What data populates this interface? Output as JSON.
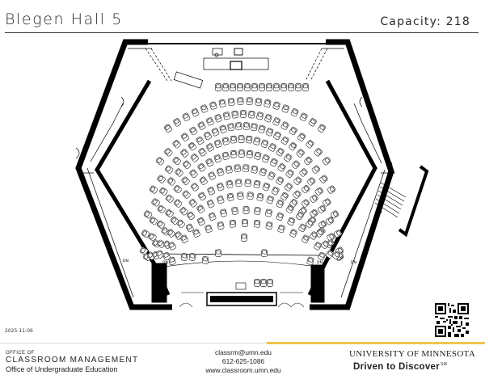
{
  "header": {
    "title": "Blegen Hall 5",
    "capacity_label": "Capacity:",
    "capacity_value": "218"
  },
  "floor_plan": {
    "exit_label": "DN",
    "row_seat_counts": [
      13,
      18,
      21,
      24,
      25,
      25,
      24,
      22,
      20,
      17,
      15,
      3,
      4
    ]
  },
  "date": "2025-11-06",
  "footer": {
    "office_small": "OFFICE OF",
    "office_name": "CLASSROOM MANAGEMENT",
    "office_sub": "Office of Undergraduate Education",
    "email": "classrm@umn.edu",
    "phone": "612-625-1086",
    "website": "www.classroom.umn.edu",
    "university": "UNIVERSITY OF MINNESOTA",
    "slogan": "Driven to Discover",
    "slogan_mark": "SM"
  },
  "colors": {
    "footer_accent": "#f0c450",
    "walls": "#000000"
  }
}
